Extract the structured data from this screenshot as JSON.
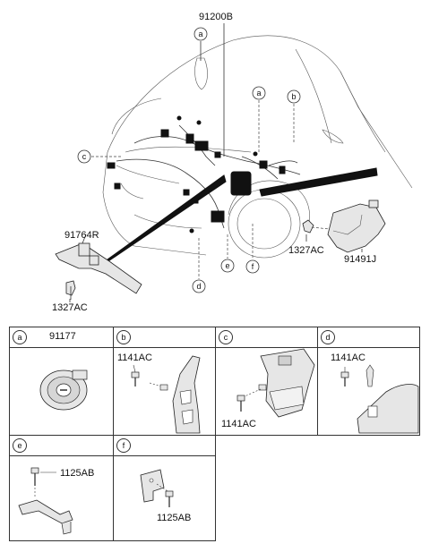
{
  "main_diagram": {
    "callouts": {
      "harness": "91200B",
      "bracket": "91764R",
      "clip_left": "1327AC",
      "clip_right": "1327AC",
      "cover": "91491J"
    },
    "circle_letters": [
      "a",
      "a",
      "b",
      "c",
      "d",
      "e",
      "f"
    ]
  },
  "detail_grid": {
    "cells": [
      {
        "letter": "a",
        "header_part": "91177",
        "parts": []
      },
      {
        "letter": "b",
        "header_part": "",
        "parts": [
          "1141AC"
        ]
      },
      {
        "letter": "c",
        "header_part": "",
        "parts": [
          "1141AC"
        ]
      },
      {
        "letter": "d",
        "header_part": "",
        "parts": [
          "1141AC"
        ]
      },
      {
        "letter": "e",
        "header_part": "",
        "parts": [
          "1125AB"
        ]
      },
      {
        "letter": "f",
        "header_part": "",
        "parts": [
          "1125AB"
        ]
      }
    ]
  }
}
